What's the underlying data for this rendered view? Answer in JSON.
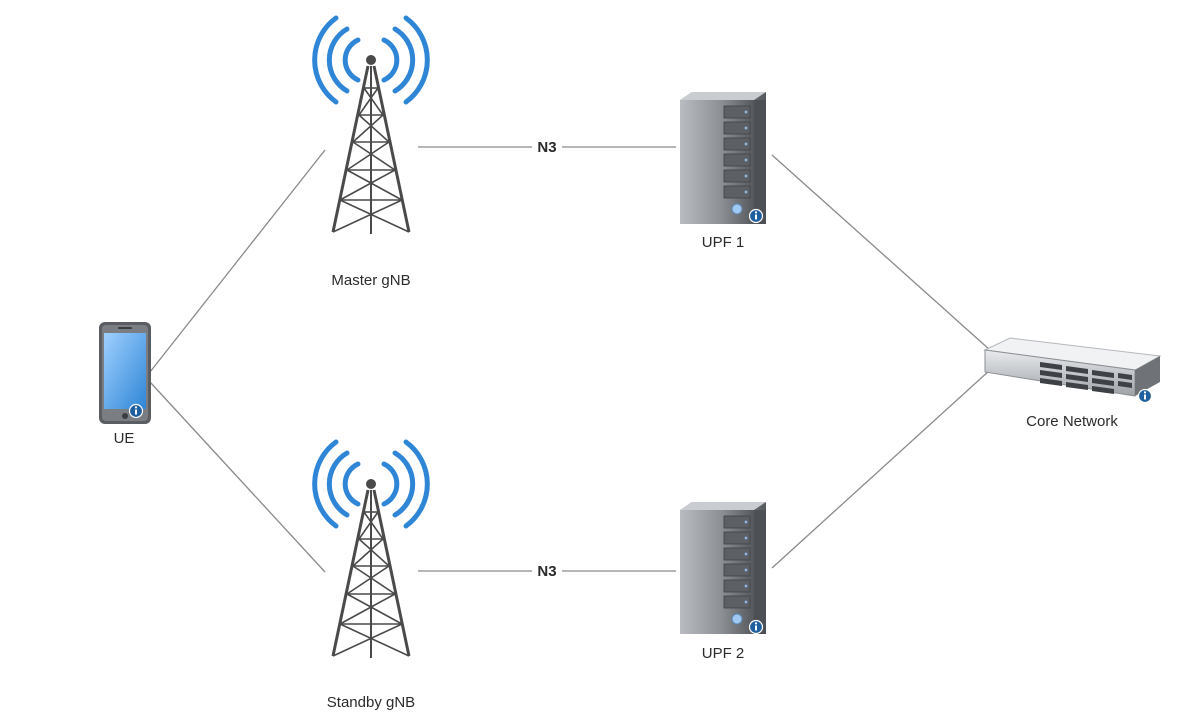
{
  "nodes": {
    "ue": {
      "label": "UE",
      "icon": "smartphone-icon"
    },
    "master_gnb": {
      "label": "Master gNB",
      "icon": "cell-tower-icon"
    },
    "standby_gnb": {
      "label": "Standby gNB",
      "icon": "cell-tower-icon"
    },
    "upf1": {
      "label": "UPF 1",
      "icon": "server-tower-icon"
    },
    "upf2": {
      "label": "UPF 2",
      "icon": "server-tower-icon"
    },
    "core": {
      "label": "Core Network",
      "icon": "rack-server-icon"
    }
  },
  "links": {
    "n3_top": {
      "label": "N3"
    },
    "n3_bottom": {
      "label": "N3"
    }
  },
  "colors": {
    "line": "#8a8a8a",
    "signal_wave": "#2f86d6",
    "tower_steel": "#4a4a4a",
    "server_body": "#7c7f83",
    "info_badge": "#1f5f9e"
  }
}
